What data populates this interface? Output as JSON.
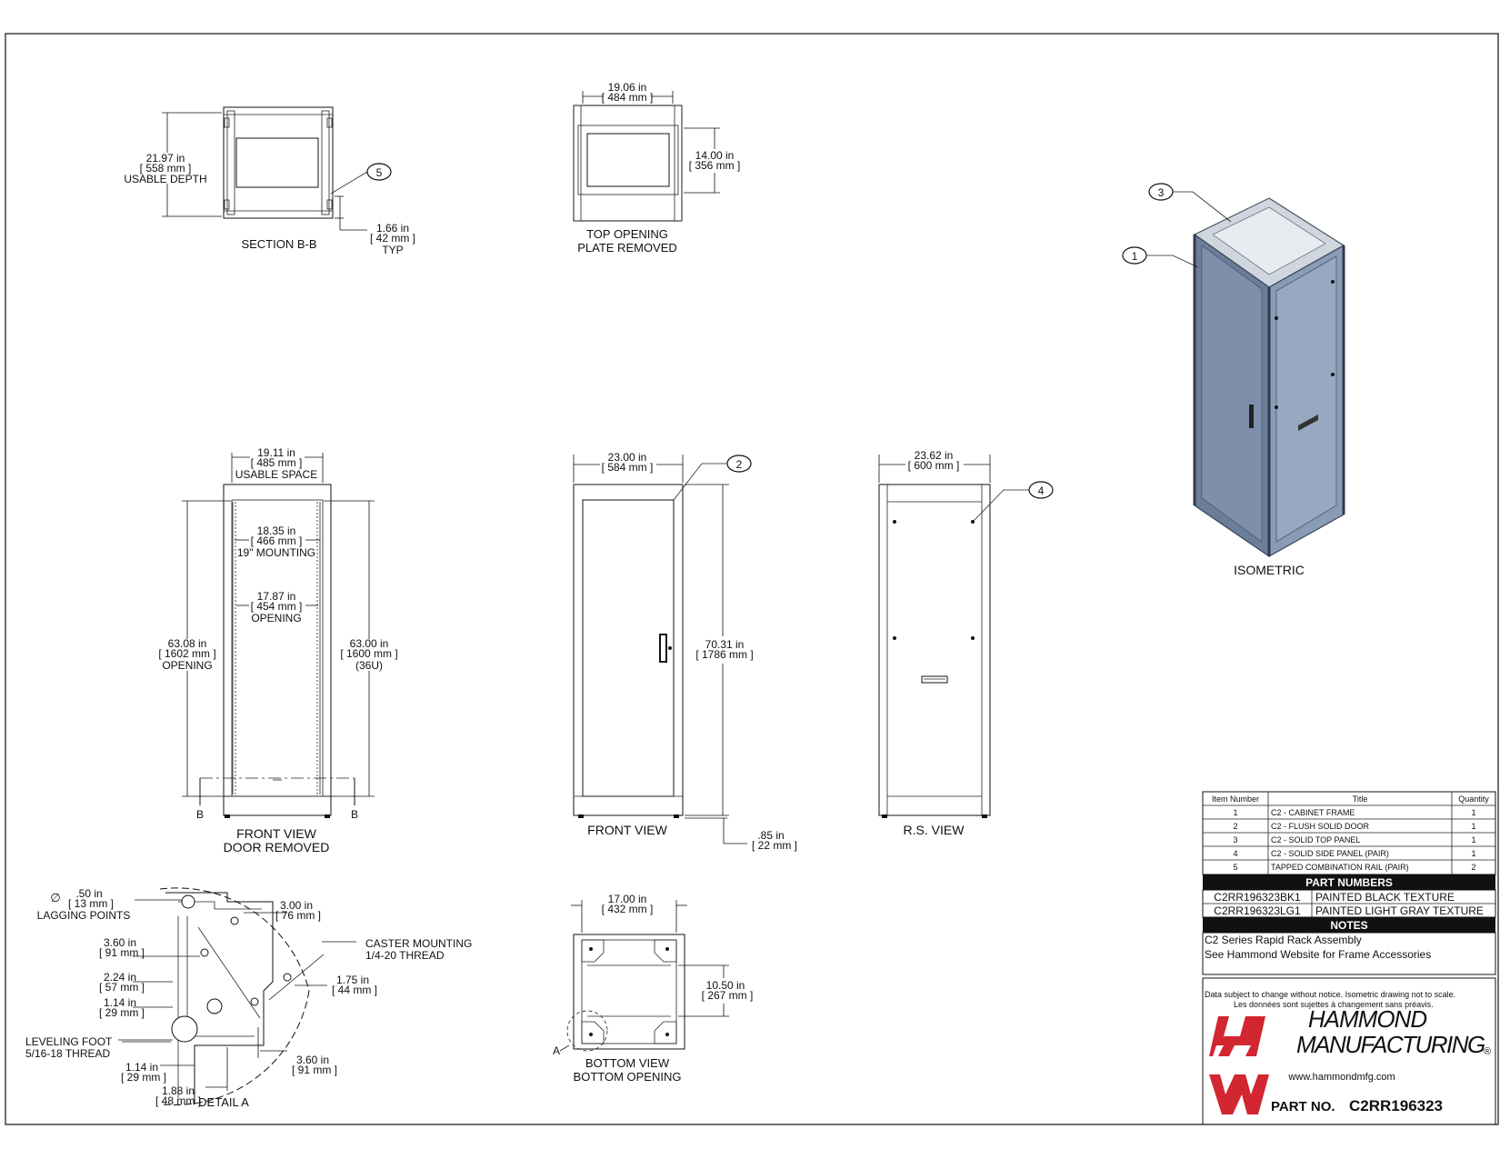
{
  "views": {
    "section_bb": {
      "title": "SECTION B-B",
      "depth_in": "21.97 in",
      "depth_mm": "[ 558 mm ]",
      "depth_label": "USABLE DEPTH",
      "rail_in": "1.66 in",
      "rail_mm": "[ 42 mm ]",
      "rail_note": "TYP",
      "balloon": "5"
    },
    "top_opening": {
      "title1": "TOP OPENING",
      "title2": "PLATE REMOVED",
      "width_in": "19.06 in",
      "width_mm": "[ 484 mm ]",
      "depth_in": "14.00 in",
      "depth_mm": "[ 356 mm ]"
    },
    "isometric": {
      "title": "ISOMETRIC",
      "balloon_top": "3",
      "balloon_frame": "1"
    },
    "front_door_removed": {
      "title1": "FRONT VIEW",
      "title2": "DOOR REMOVED",
      "usable_in": "19.11 in",
      "usable_mm": "[ 485 mm ]",
      "usable_label": "USABLE SPACE",
      "mount_in": "18.35 in",
      "mount_mm": "[ 466 mm ]",
      "mount_label": "19\" MOUNTING",
      "open_in": "17.87 in",
      "open_mm": "[ 454 mm ]",
      "open_label": "OPENING",
      "height_in": "63.08 in",
      "height_mm": "[ 1602 mm ]",
      "height_label": "OPENING",
      "rack_in": "63.00 in",
      "rack_mm": "[ 1600 mm ]",
      "rack_units": "(36U)",
      "section_left": "B",
      "section_right": "B"
    },
    "front_view": {
      "title": "FRONT VIEW",
      "width_in": "23.00 in",
      "width_mm": "[ 584 mm ]",
      "height_in": "70.31 in",
      "height_mm": "[ 1786 mm ]",
      "base_in": ".85 in",
      "base_mm": "[ 22 mm ]",
      "balloon": "2"
    },
    "rs_view": {
      "title": "R.S. VIEW",
      "width_in": "23.62 in",
      "width_mm": "[ 600 mm ]",
      "balloon": "4"
    },
    "bottom_view": {
      "title1": "BOTTOM VIEW",
      "title2": "BOTTOM OPENING",
      "width_in": "17.00 in",
      "width_mm": "[ 432 mm ]",
      "depth_in": "10.50 in",
      "depth_mm": "[ 267 mm ]",
      "detail_callout": "A"
    },
    "detail_a": {
      "title": "DETAIL A",
      "diameter_symbol": "∅",
      "lag_in": ".50 in",
      "lag_mm": "[ 13 mm ]",
      "lag_label": "LAGGING POINTS",
      "d1_in": "3.00 in",
      "d1_mm": "[ 76 mm ]",
      "d2_in": "3.60 in",
      "d2_mm": "[ 91 mm ]",
      "d3_in": "2.24 in",
      "d3_mm": "[ 57 mm ]",
      "d4_in": "1.14 in",
      "d4_mm": "[ 29 mm ]",
      "d5_in": "1.75 in",
      "d5_mm": "[ 44 mm ]",
      "d6_in": "1.14 in",
      "d6_mm": "[ 29 mm ]",
      "d7_in": "1.88 in",
      "d7_mm": "[ 48 mm ]",
      "d8_in": "3.60 in",
      "d8_mm": "[ 91 mm ]",
      "caster1": "CASTER MOUNTING",
      "caster2": "1/4-20 THREAD",
      "level1": "LEVELING FOOT",
      "level2": "5/16-18 THREAD"
    }
  },
  "bom": {
    "headers": [
      "Item Number",
      "Title",
      "Quantity"
    ],
    "rows": [
      {
        "item": "1",
        "title": "C2 - CABINET FRAME",
        "qty": "1"
      },
      {
        "item": "2",
        "title": "C2 - FLUSH SOLID DOOR",
        "qty": "1"
      },
      {
        "item": "3",
        "title": "C2 - SOLID TOP PANEL",
        "qty": "1"
      },
      {
        "item": "4",
        "title": "C2 - SOLID SIDE PANEL (PAIR)",
        "qty": "1"
      },
      {
        "item": "5",
        "title": "TAPPED COMBINATION RAIL (PAIR)",
        "qty": "2"
      }
    ]
  },
  "part_numbers": {
    "heading": "PART NUMBERS",
    "rows": [
      {
        "pn": "C2RR196323BK1",
        "desc": "PAINTED BLACK TEXTURE"
      },
      {
        "pn": "C2RR196323LG1",
        "desc": "PAINTED LIGHT GRAY TEXTURE"
      }
    ]
  },
  "notes": {
    "heading": "NOTES",
    "lines": [
      "C2 Series Rapid Rack Assembly",
      "See Hammond Website for Frame Accessories"
    ]
  },
  "title_block": {
    "disclaimer_en": "Data subject to change without notice. Isometric drawing not to scale.",
    "disclaimer_fr": "Les données sont sujettes à changement sans préavis.",
    "company_line1": "HAMMOND",
    "company_line2": "MANUFACTURING",
    "registered": "®",
    "website": "www.hammondmfg.com",
    "part_no_label": "PART NO.",
    "part_no": "C2RR196323",
    "brand_color": "#d22630"
  }
}
